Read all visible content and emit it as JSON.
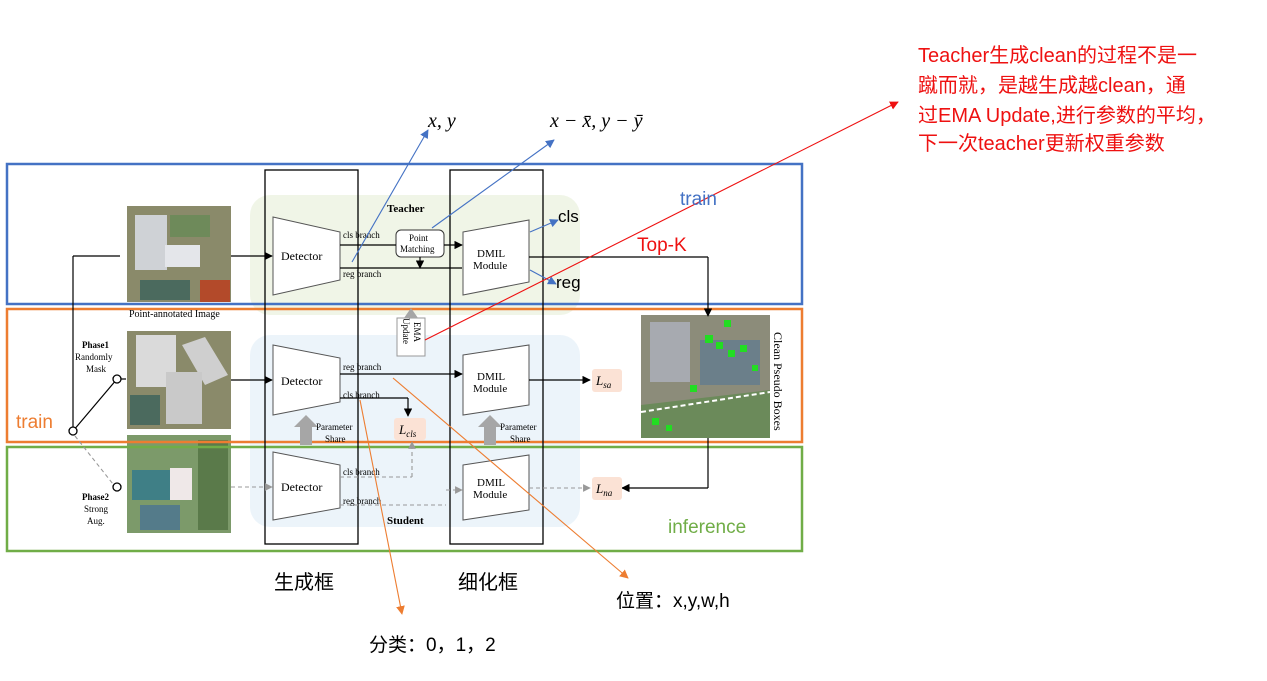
{
  "labels": {
    "teacher": "Teacher",
    "student": "Student",
    "detector": "Detector",
    "dmil_line1": "DMIL",
    "dmil_line2": "Module",
    "point_matching_line1": "Point",
    "point_matching_line2": "Matching",
    "cls_branch": "cls branch",
    "reg_branch": "reg branch",
    "ema_line1": "EMA",
    "ema_line2": "Update",
    "parameter_share_line1": "Parameter",
    "parameter_share_line2": "Share",
    "point_annotated_image": "Point-annotated Image",
    "clean_pseudo_boxes": "Clean Pseudo Boxes",
    "phase1_title": "Phase1",
    "phase1_line1": "Randomly",
    "phase1_line2": "Mask",
    "phase2_title": "Phase2",
    "phase2_line1": "Strong",
    "phase2_line2": "Aug.",
    "loss_cls": "L",
    "loss_cls_sub": "cls",
    "loss_sa": "L",
    "loss_sa_sub": "sa",
    "loss_na": "L",
    "loss_na_sub": "na"
  },
  "annotations": {
    "xy": "x, y",
    "x_minus_mean": "x − x̄, y − ȳ",
    "cls": "cls",
    "reg": "reg",
    "top_k": "Top-K",
    "train_top": "train",
    "train_left": "train",
    "inference": "inference",
    "gen_box": "生成框",
    "refine_box": "细化框",
    "position": "位置：x,y,w,h",
    "classification": "分类：0，1，2",
    "teacher_note_line1": "Teacher生成clean的过程不是一",
    "teacher_note_line2": "蹴而就，是越生成越clean，通",
    "teacher_note_line3": "过EMA Update,进行参数的平均，",
    "teacher_note_line4": "下一次teacher更新权重参数"
  },
  "colors": {
    "blue": "#4472c4",
    "orange": "#ed7d31",
    "green": "#70ad47",
    "red": "#ee1111",
    "black": "#000000"
  }
}
